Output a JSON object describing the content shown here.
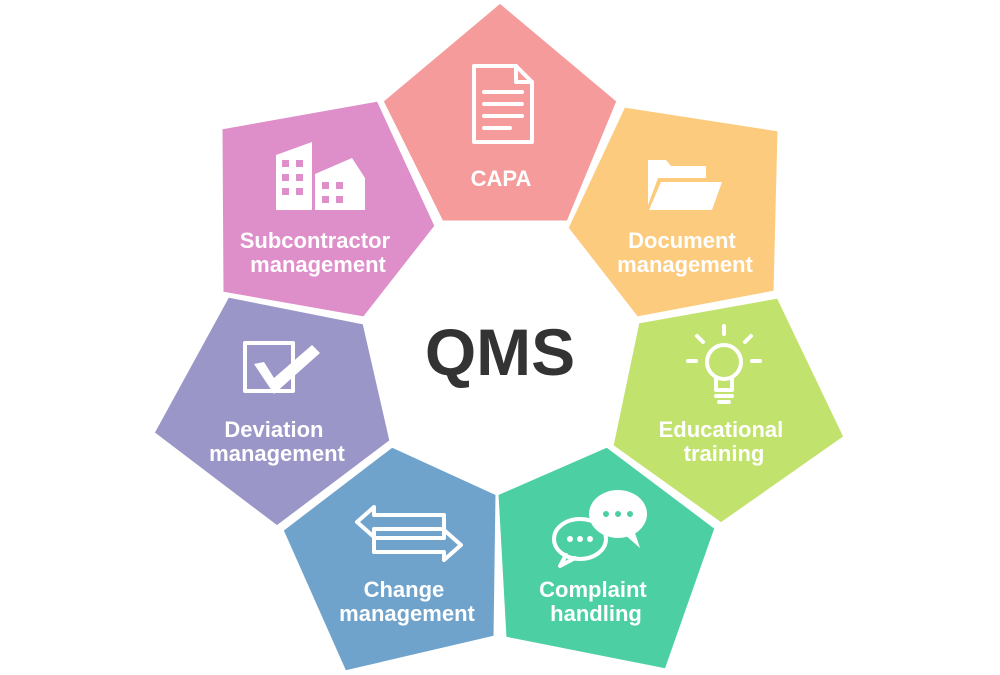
{
  "center": {
    "title": "QMS"
  },
  "modules": [
    {
      "id": "capa",
      "lines": [
        "CAPA"
      ],
      "color": "#F59B9B",
      "icon": "document-icon"
    },
    {
      "id": "document-management",
      "lines": [
        "Document",
        "management"
      ],
      "color": "#FCCB7E",
      "icon": "folder-icon"
    },
    {
      "id": "educational-training",
      "lines": [
        "Educational",
        "training"
      ],
      "color": "#C2E26E",
      "icon": "lightbulb-icon"
    },
    {
      "id": "complaint-handling",
      "lines": [
        "Complaint",
        "handling"
      ],
      "color": "#4DCFA4",
      "icon": "speech-bubbles-icon"
    },
    {
      "id": "change-management",
      "lines": [
        "Change",
        "management"
      ],
      "color": "#6FA3CC",
      "icon": "exchange-arrows-icon"
    },
    {
      "id": "deviation-management",
      "lines": [
        "Deviation",
        "management"
      ],
      "color": "#9A96C8",
      "icon": "checkbox-icon"
    },
    {
      "id": "subcontractor-management",
      "lines": [
        "Subcontractor",
        "management"
      ],
      "color": "#DE8EC9",
      "icon": "buildings-icon"
    }
  ]
}
